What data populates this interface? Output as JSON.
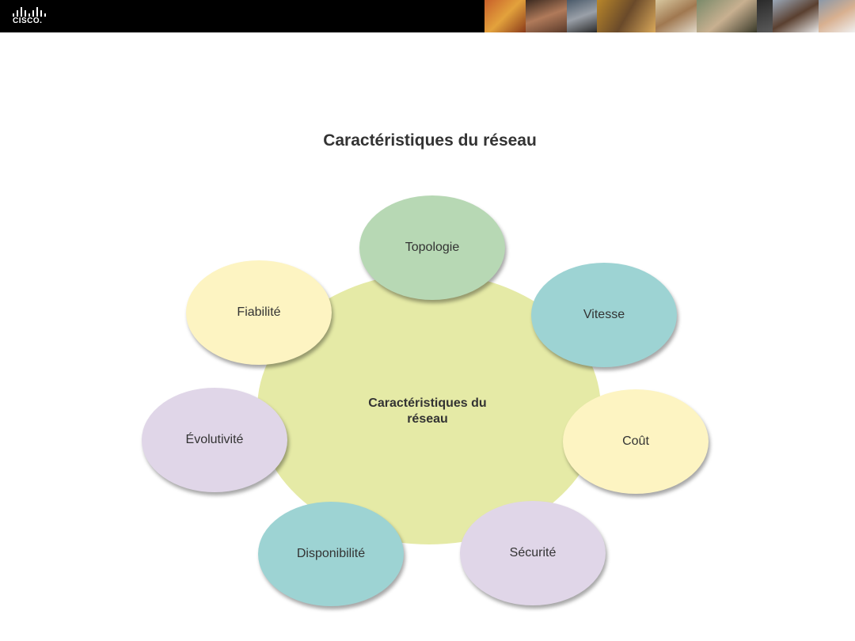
{
  "header": {
    "logo_text": "CISCO."
  },
  "diagram": {
    "title": "Caractéristiques du réseau",
    "center_label": "Caractéristiques du réseau",
    "nodes": [
      {
        "label": "Topologie",
        "color": "#b7d8b4"
      },
      {
        "label": "Vitesse",
        "color": "#9dd3d3"
      },
      {
        "label": "Fiabilité",
        "color": "#fdf4c2"
      },
      {
        "label": "Coût",
        "color": "#fdf4c2"
      },
      {
        "label": "Évolutivité",
        "color": "#e0d6e8"
      },
      {
        "label": "Disponibilité",
        "color": "#9dd3d3"
      },
      {
        "label": "Sécurité",
        "color": "#e0d6e8"
      }
    ],
    "center_color": "#e5eaa6"
  }
}
